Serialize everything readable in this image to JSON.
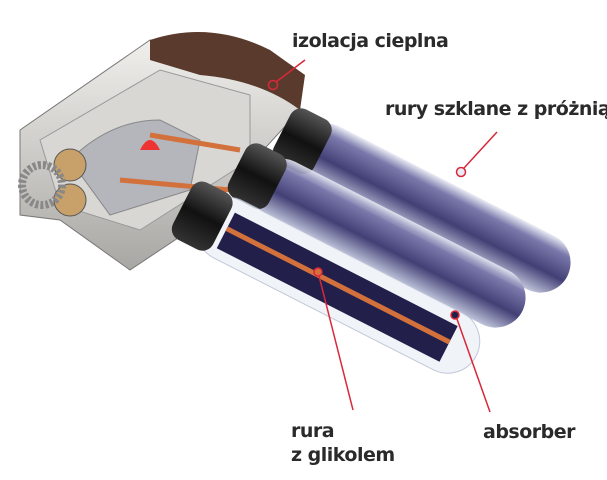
{
  "labels": {
    "insulation": "izolacja cieplna",
    "vacuum_tubes": "rury szklane z próżnią",
    "glycol_pipe_line1": "rura",
    "glycol_pipe_line2": "z glikolem",
    "absorber": "absorber"
  },
  "colors": {
    "leader_line": "#d8283a",
    "insulation": "#5a3a2c",
    "tube_absorber": "#3a3470",
    "copper_pipe": "#d2713c"
  }
}
